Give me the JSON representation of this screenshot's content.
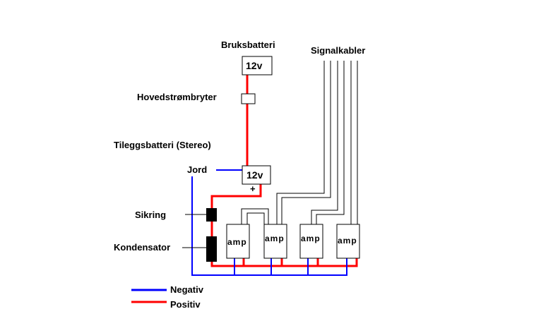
{
  "labels": {
    "bruksbatteri": "Bruksbatteri",
    "hovedstromsbryter": "Hovedstrømbryter",
    "tilleggsbatteri": "Tileggsbatteri (Stereo)",
    "signalkabler": "Signalkabler",
    "jord": "Jord",
    "sikring": "Sikring",
    "kondensator": "Kondensator",
    "battery_top": "12v",
    "battery_bottom": "12v",
    "plus_sign": "+",
    "amps": [
      "amp",
      "amp",
      "amp",
      "amp"
    ]
  },
  "legend": [
    {
      "label": "Negativ",
      "color": "#0000ff"
    },
    {
      "label": "Positiv",
      "color": "#ff0000"
    }
  ],
  "colors": {
    "positive": "#ff0000",
    "negative": "#0000ff",
    "signal": "#000000",
    "component": "#000000"
  }
}
